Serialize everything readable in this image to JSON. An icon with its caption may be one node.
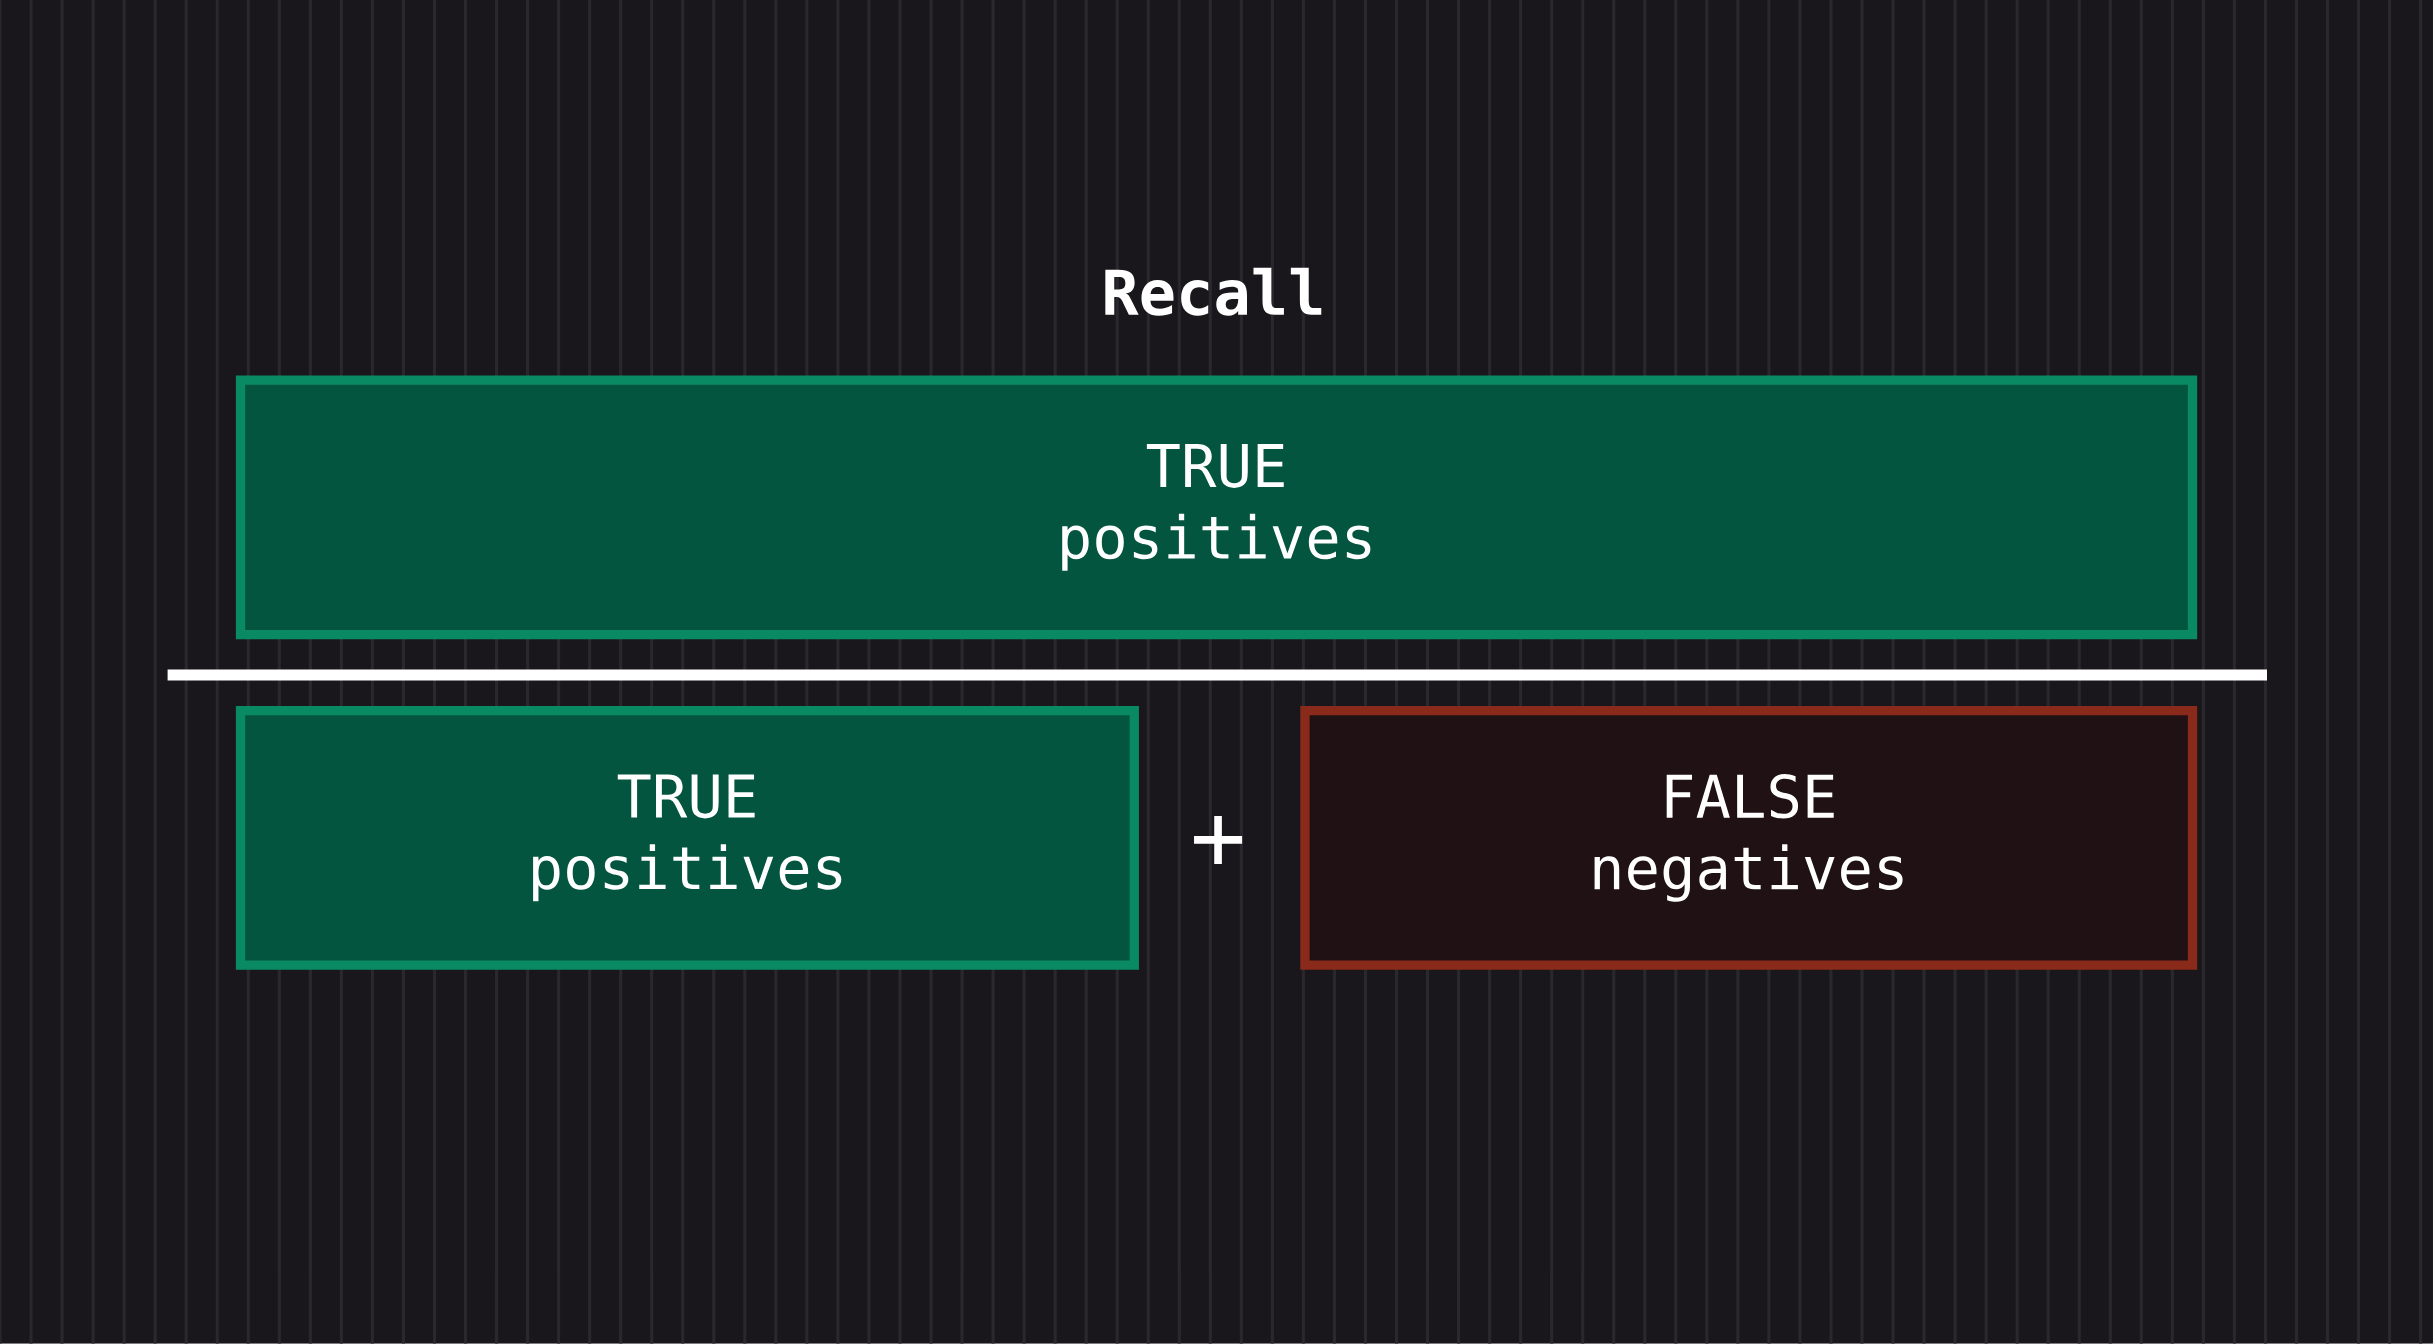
{
  "diagram": {
    "title": "Recall",
    "nodes": [
      {
        "text": [
          "TRUE positives"
        ]
      },
      {
        "text": [
          "TRUE positives"
        ]
      },
      {
        "text": [
          "FALSE negatives"
        ]
      }
    ],
    "labels": [
      "+"
    ]
  }
}
